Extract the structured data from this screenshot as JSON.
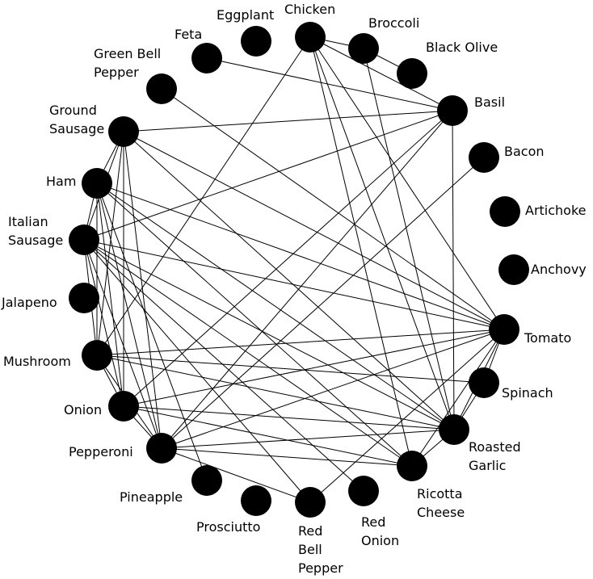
{
  "colors": {
    "node": "#000000",
    "edge": "#000000",
    "background": "#ffffff"
  },
  "nodes": [
    {
      "id": "eggplant",
      "label_lines": [
        "Eggplant"
      ]
    },
    {
      "id": "chicken",
      "label_lines": [
        "Chicken"
      ]
    },
    {
      "id": "broccoli",
      "label_lines": [
        "Broccoli"
      ]
    },
    {
      "id": "black-olive",
      "label_lines": [
        "Black Olive"
      ]
    },
    {
      "id": "basil",
      "label_lines": [
        "Basil"
      ]
    },
    {
      "id": "bacon",
      "label_lines": [
        "Bacon"
      ]
    },
    {
      "id": "artichoke",
      "label_lines": [
        "Artichoke"
      ]
    },
    {
      "id": "anchovy",
      "label_lines": [
        "Anchovy"
      ]
    },
    {
      "id": "tomato",
      "label_lines": [
        "Tomato"
      ]
    },
    {
      "id": "spinach",
      "label_lines": [
        "Spinach"
      ]
    },
    {
      "id": "roasted-garlic",
      "label_lines": [
        "Roasted",
        "Garlic"
      ]
    },
    {
      "id": "ricotta-cheese",
      "label_lines": [
        "Ricotta",
        "Cheese"
      ]
    },
    {
      "id": "red-onion",
      "label_lines": [
        "Red",
        "Onion"
      ]
    },
    {
      "id": "red-bell-pepper",
      "label_lines": [
        "Red",
        "Bell",
        "Pepper"
      ]
    },
    {
      "id": "prosciutto",
      "label_lines": [
        "Prosciutto"
      ]
    },
    {
      "id": "pineapple",
      "label_lines": [
        "Pineapple"
      ]
    },
    {
      "id": "pepperoni",
      "label_lines": [
        "Pepperoni"
      ]
    },
    {
      "id": "onion",
      "label_lines": [
        "Onion"
      ]
    },
    {
      "id": "mushroom",
      "label_lines": [
        "Mushroom"
      ]
    },
    {
      "id": "jalapeno",
      "label_lines": [
        "Jalapeno"
      ]
    },
    {
      "id": "italian-sausage",
      "label_lines": [
        "Italian",
        "Sausage"
      ]
    },
    {
      "id": "ham",
      "label_lines": [
        "Ham"
      ]
    },
    {
      "id": "ground-sausage",
      "label_lines": [
        "Ground",
        "Sausage"
      ]
    },
    {
      "id": "green-bell-pepper",
      "label_lines": [
        "Green Bell",
        "Pepper"
      ]
    },
    {
      "id": "feta",
      "label_lines": [
        "Feta"
      ]
    }
  ],
  "edges": [
    [
      "chicken",
      "broccoli"
    ],
    [
      "chicken",
      "basil"
    ],
    [
      "chicken",
      "tomato"
    ],
    [
      "chicken",
      "roasted-garlic"
    ],
    [
      "chicken",
      "ricotta-cheese"
    ],
    [
      "chicken",
      "mushroom"
    ],
    [
      "broccoli",
      "black-olive"
    ],
    [
      "broccoli",
      "roasted-garlic"
    ],
    [
      "basil",
      "feta"
    ],
    [
      "basil",
      "italian-sausage"
    ],
    [
      "basil",
      "onion"
    ],
    [
      "basil",
      "roasted-garlic"
    ],
    [
      "basil",
      "ground-sausage"
    ],
    [
      "bacon",
      "pepperoni"
    ],
    [
      "green-bell-pepper",
      "tomato"
    ],
    [
      "ground-sausage",
      "tomato"
    ],
    [
      "ground-sausage",
      "roasted-garlic"
    ],
    [
      "ground-sausage",
      "ham"
    ],
    [
      "ground-sausage",
      "italian-sausage"
    ],
    [
      "ground-sausage",
      "mushroom"
    ],
    [
      "ground-sausage",
      "onion"
    ],
    [
      "ground-sausage",
      "pepperoni"
    ],
    [
      "ham",
      "tomato"
    ],
    [
      "ham",
      "roasted-garlic"
    ],
    [
      "ham",
      "ricotta-cheese"
    ],
    [
      "ham",
      "italian-sausage"
    ],
    [
      "ham",
      "mushroom"
    ],
    [
      "ham",
      "onion"
    ],
    [
      "ham",
      "pepperoni"
    ],
    [
      "ham",
      "pineapple"
    ],
    [
      "italian-sausage",
      "tomato"
    ],
    [
      "italian-sausage",
      "roasted-garlic"
    ],
    [
      "italian-sausage",
      "ricotta-cheese"
    ],
    [
      "italian-sausage",
      "red-bell-pepper"
    ],
    [
      "italian-sausage",
      "red-onion"
    ],
    [
      "italian-sausage",
      "mushroom"
    ],
    [
      "italian-sausage",
      "onion"
    ],
    [
      "italian-sausage",
      "pepperoni"
    ],
    [
      "mushroom",
      "tomato"
    ],
    [
      "mushroom",
      "spinach"
    ],
    [
      "mushroom",
      "roasted-garlic"
    ],
    [
      "mushroom",
      "onion"
    ],
    [
      "mushroom",
      "pepperoni"
    ],
    [
      "onion",
      "tomato"
    ],
    [
      "onion",
      "roasted-garlic"
    ],
    [
      "onion",
      "ricotta-cheese"
    ],
    [
      "onion",
      "pepperoni"
    ],
    [
      "pepperoni",
      "basil"
    ],
    [
      "pepperoni",
      "tomato"
    ],
    [
      "pepperoni",
      "roasted-garlic"
    ],
    [
      "pepperoni",
      "ricotta-cheese"
    ],
    [
      "pepperoni",
      "red-bell-pepper"
    ],
    [
      "tomato",
      "spinach"
    ],
    [
      "tomato",
      "roasted-garlic"
    ],
    [
      "tomato",
      "ricotta-cheese"
    ],
    [
      "tomato",
      "red-bell-pepper"
    ],
    [
      "spinach",
      "roasted-garlic"
    ],
    [
      "roasted-garlic",
      "ricotta-cheese"
    ]
  ]
}
